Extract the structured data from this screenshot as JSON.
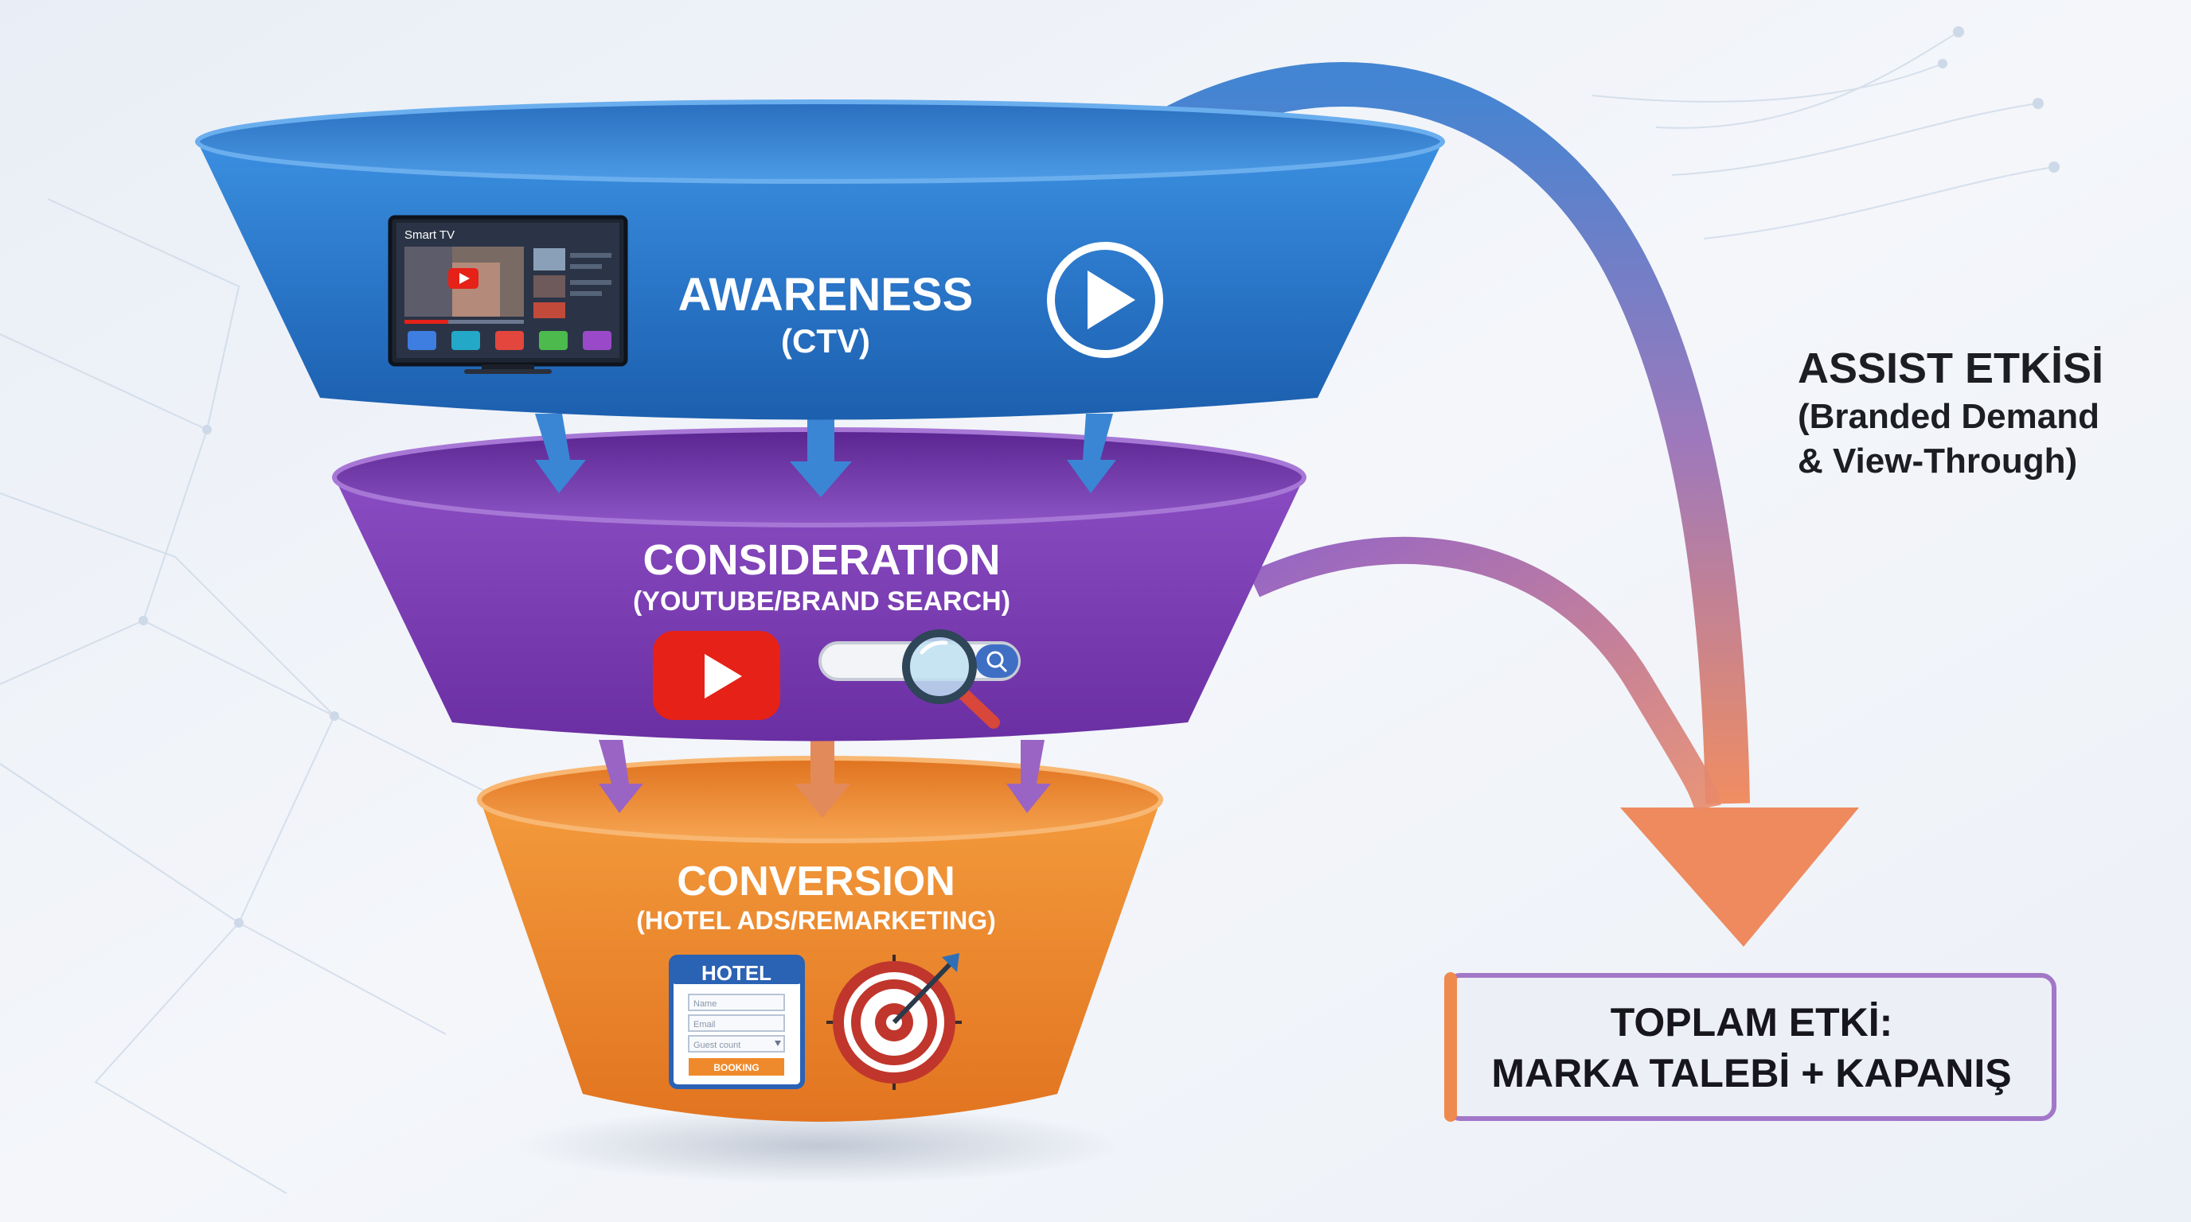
{
  "funnel": {
    "awareness": {
      "title": "AWARENESS",
      "subtitle": "(CTV)",
      "tv_label": "Smart TV"
    },
    "consideration": {
      "title": "CONSIDERATION",
      "subtitle": "(YOUTUBE/BRAND SEARCH)"
    },
    "conversion": {
      "title": "CONVERSION",
      "subtitle": "(HOTEL ADS/REMARKETING)",
      "hotel_card": {
        "header": "HOTEL",
        "fields": [
          "Name",
          "Email",
          "Guest count"
        ],
        "button": "BOOKING"
      }
    }
  },
  "assist": {
    "title": "ASSIST ETKİSİ",
    "line1": "(Branded Demand",
    "line2": "& View-Through)"
  },
  "total": {
    "line1": "TOPLAM ETKİ:",
    "line2": "MARKA TALEBİ + KAPANIŞ"
  },
  "colors": {
    "awareness": "#2f7fcf",
    "consideration": "#7a3fb0",
    "conversion": "#ef8a2c",
    "youtube_red": "#e62117",
    "box_border": "#a277c8"
  },
  "icons": [
    "smart-tv-icon",
    "play-circle-icon",
    "youtube-icon",
    "search-bar-icon",
    "magnifier-icon",
    "hotel-booking-form-icon",
    "target-icon"
  ]
}
